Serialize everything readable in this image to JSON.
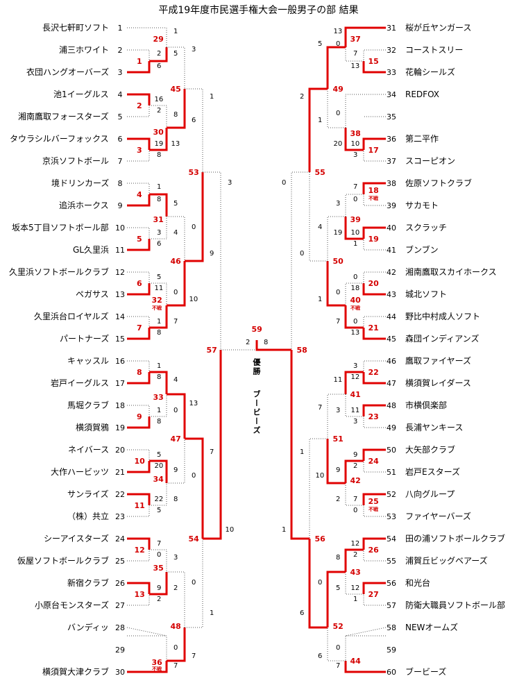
{
  "title": "平成19年度市民選手権大会一般男子の部 結果",
  "left_teams": [
    {
      "num": "1",
      "name": "長沢七軒町ソフト"
    },
    {
      "num": "2",
      "name": "浦三ホワイト"
    },
    {
      "num": "3",
      "name": "衣団ハングオーバーズ"
    },
    {
      "num": "4",
      "name": "池1イーグルス"
    },
    {
      "num": "5",
      "name": "湘南鷹取フォースターズ"
    },
    {
      "num": "6",
      "name": "タウラシルバーフォックス"
    },
    {
      "num": "7",
      "name": "京浜ソフトボール"
    },
    {
      "num": "8",
      "name": "境ドリンカーズ"
    },
    {
      "num": "9",
      "name": "追浜ホークス"
    },
    {
      "num": "10",
      "name": "坂本5丁目ソフトボール部"
    },
    {
      "num": "11",
      "name": "GL久里浜"
    },
    {
      "num": "12",
      "name": "久里浜ソフトボールクラブ"
    },
    {
      "num": "13",
      "name": "ペガサス"
    },
    {
      "num": "14",
      "name": "久里浜台ロイヤルズ"
    },
    {
      "num": "15",
      "name": "パートナーズ"
    },
    {
      "num": "16",
      "name": "キャッスル"
    },
    {
      "num": "17",
      "name": "岩戸イーグルス"
    },
    {
      "num": "18",
      "name": "馬堀クラブ"
    },
    {
      "num": "19",
      "name": "横須賀鴉"
    },
    {
      "num": "20",
      "name": "ネイバース"
    },
    {
      "num": "21",
      "name": "大作ハービッツ"
    },
    {
      "num": "22",
      "name": "サンライズ"
    },
    {
      "num": "23",
      "name": "（株）共立"
    },
    {
      "num": "24",
      "name": "シーアイスターズ"
    },
    {
      "num": "25",
      "name": "仮屋ソフトボールクラブ"
    },
    {
      "num": "26",
      "name": "新宿クラブ"
    },
    {
      "num": "27",
      "name": "小原台モンスターズ"
    },
    {
      "num": "28",
      "name": "バンディッ"
    },
    {
      "num": "29",
      "name": ""
    },
    {
      "num": "30",
      "name": "横須賀大津クラブ"
    }
  ],
  "right_teams": [
    {
      "num": "31",
      "name": "桜が丘ヤンガース"
    },
    {
      "num": "32",
      "name": "コーストスリー"
    },
    {
      "num": "33",
      "name": "花輪シールズ"
    },
    {
      "num": "34",
      "name": "REDFOX"
    },
    {
      "num": "35",
      "name": ""
    },
    {
      "num": "36",
      "name": "第二平作"
    },
    {
      "num": "37",
      "name": "スコーピオン"
    },
    {
      "num": "38",
      "name": "佐原ソフトクラブ"
    },
    {
      "num": "39",
      "name": "サカモト"
    },
    {
      "num": "40",
      "name": "スクラッチ"
    },
    {
      "num": "41",
      "name": "ブンブン"
    },
    {
      "num": "42",
      "name": "湘南鷹取スカイホークス"
    },
    {
      "num": "43",
      "name": "城北ソフト"
    },
    {
      "num": "44",
      "name": "野比中村成人ソフト"
    },
    {
      "num": "45",
      "name": "森団インディアンズ"
    },
    {
      "num": "46",
      "name": "鷹取ファイヤーズ"
    },
    {
      "num": "47",
      "name": "横須賀レイダース"
    },
    {
      "num": "48",
      "name": "市横倶楽部"
    },
    {
      "num": "49",
      "name": "長浦ヤンキース"
    },
    {
      "num": "50",
      "name": "大矢部クラブ"
    },
    {
      "num": "51",
      "name": "岩戸Eスターズ"
    },
    {
      "num": "52",
      "name": "八向グループ"
    },
    {
      "num": "53",
      "name": "ファイヤーバーズ"
    },
    {
      "num": "54",
      "name": "田の浦ソフトボールクラブ"
    },
    {
      "num": "55",
      "name": "浦賀丘ビッグベアーズ"
    },
    {
      "num": "56",
      "name": "和光台"
    },
    {
      "num": "57",
      "name": "防衛大職員ソフトボール部"
    },
    {
      "num": "58",
      "name": "NEWオームズ"
    },
    {
      "num": "59",
      "name": ""
    },
    {
      "num": "60",
      "name": "ブービーズ"
    }
  ],
  "fusen": "不戦",
  "champion_label": "優勝",
  "champion_name": "ブービーズ"
}
